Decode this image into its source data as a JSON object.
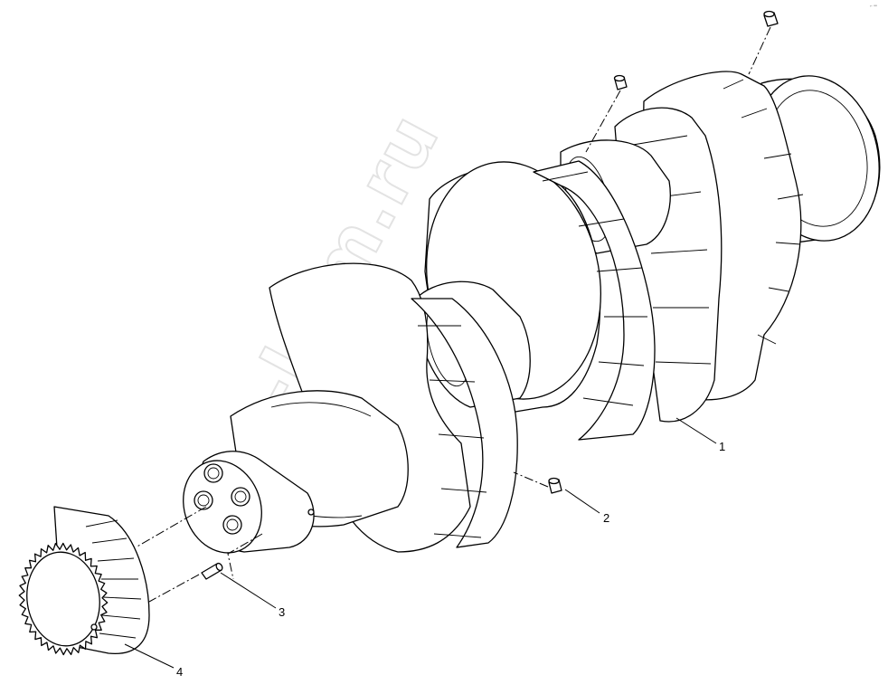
{
  "callouts": [
    {
      "id": "1",
      "part": "crankshaft"
    },
    {
      "id": "2",
      "part": "dowel-sleeve"
    },
    {
      "id": "3",
      "part": "dowel-pin"
    },
    {
      "id": "4",
      "part": "crankshaft-gear"
    }
  ],
  "watermark": "zap-kam.ru",
  "corner_mark": "⌐ ═"
}
